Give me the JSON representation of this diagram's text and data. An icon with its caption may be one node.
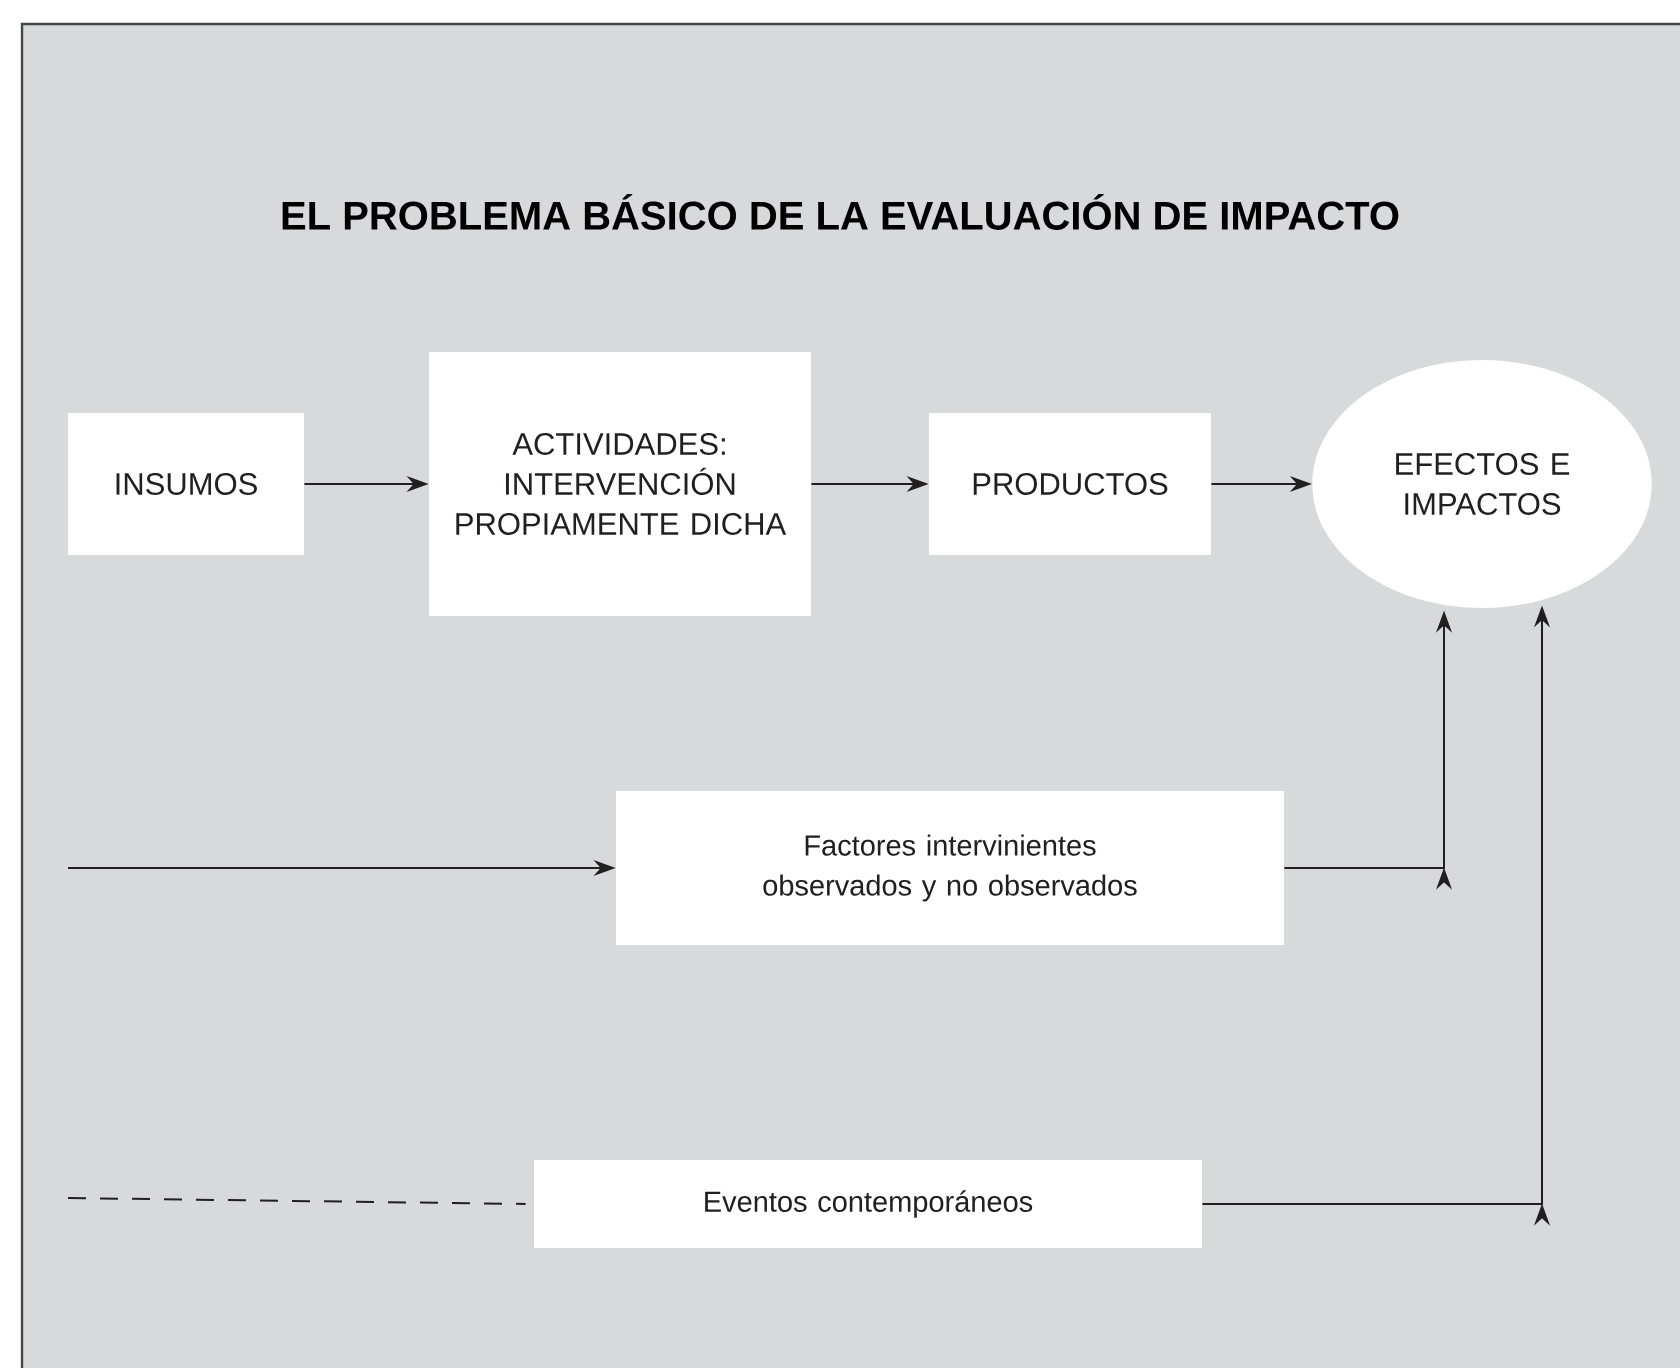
{
  "diagram": {
    "title": "EL PROBLEMA BÁSICO DE LA EVALUACIÓN DE IMPACTO",
    "nodes": [
      {
        "text": [
          "INSUMOS"
        ]
      },
      {
        "text": [
          "ACTIVIDADES: INTERVENCIÓN PROPIAMENTE DICHA"
        ]
      },
      {
        "text": [
          "PRODUCTOS"
        ]
      },
      {
        "text": [
          "EFECTOS E IMPACTOS"
        ]
      },
      {
        "text": [
          "Factores intervinientes observados y no observados"
        ]
      },
      {
        "text": [
          "Eventos contemporáneos"
        ]
      }
    ],
    "edges": [
      {
        "from": 0,
        "to": 1,
        "arrow": "to"
      },
      {
        "from": 1,
        "to": 2,
        "arrow": "to"
      },
      {
        "from": 2,
        "to": 3,
        "arrow": "to"
      },
      {
        "from": null,
        "to": 4,
        "arrow": "to"
      },
      {
        "from": 4,
        "to": 3,
        "arrow": "to"
      },
      {
        "from": null,
        "to": 5,
        "arrow": "none",
        "style": "dashed"
      },
      {
        "from": 5,
        "to": 3,
        "arrow": "to"
      }
    ]
  }
}
